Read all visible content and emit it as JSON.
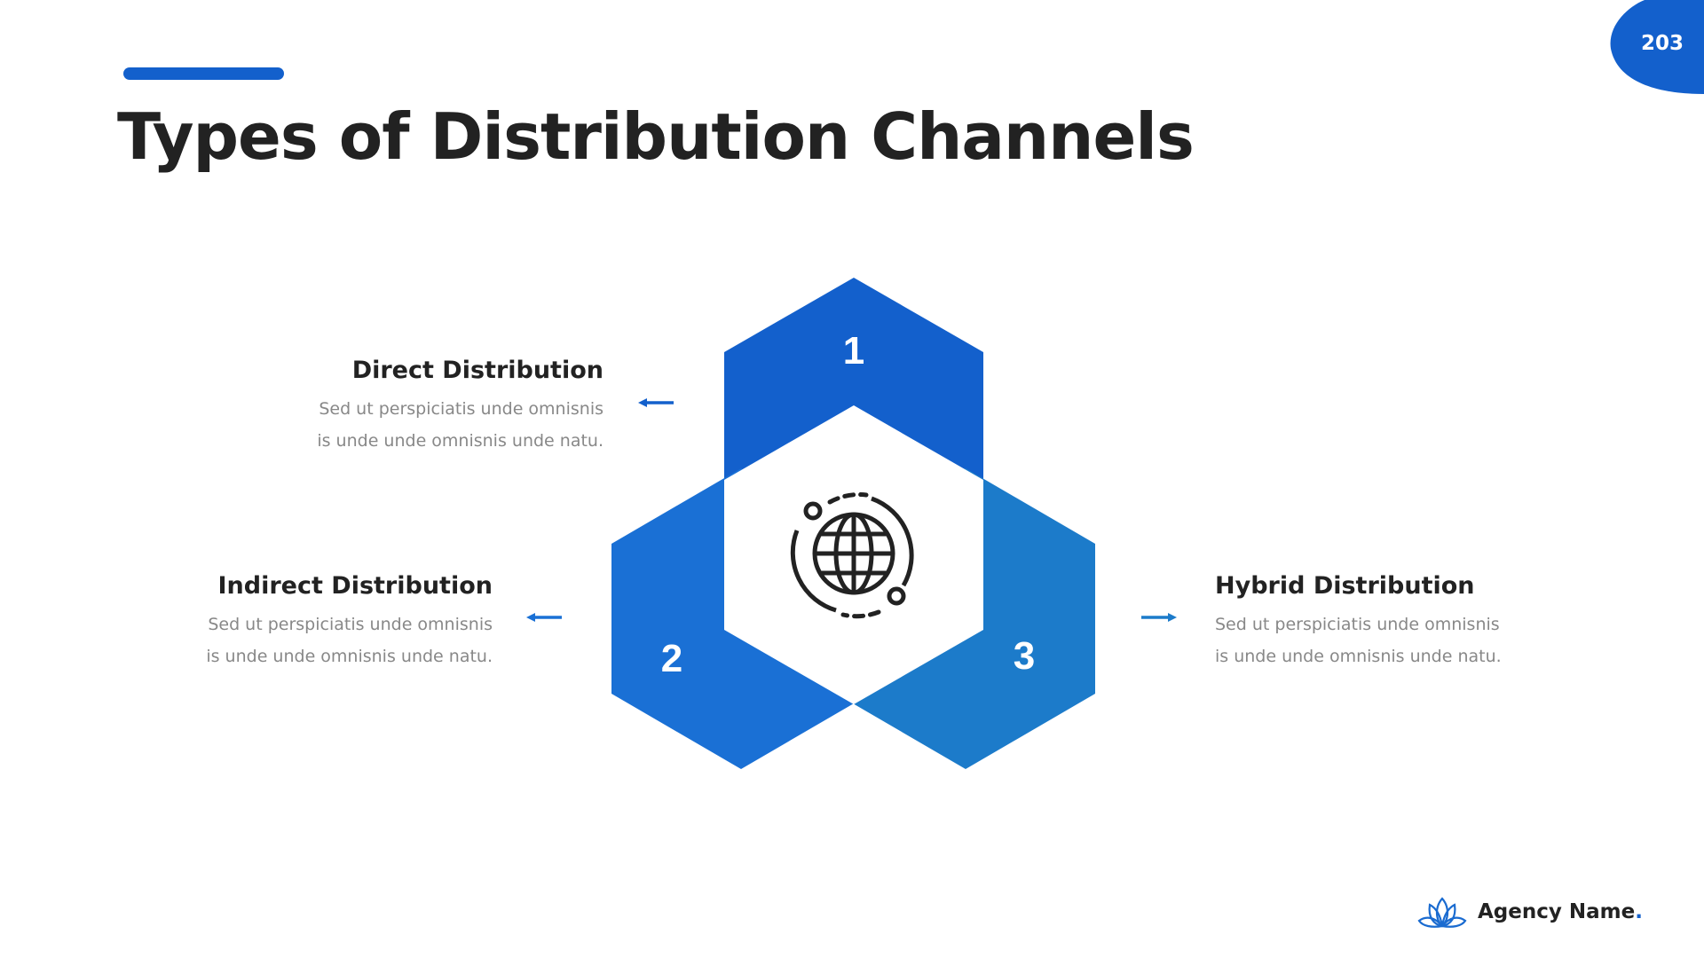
{
  "header": {
    "title": "Types of Distribution Channels",
    "page_number": "203"
  },
  "colors": {
    "accent": "#1360CC",
    "hex1": "#1360CC",
    "hex2": "#1A70D5",
    "hex3": "#1C7BCA",
    "text": "#222222",
    "muted": "#888888"
  },
  "diagram": {
    "center_icon": "globe-icon",
    "numbers": [
      "1",
      "2",
      "3"
    ]
  },
  "items": [
    {
      "title": "Direct Distribution",
      "line1": "Sed ut perspiciatis unde omnisnis",
      "line2": "is unde unde omnisnis unde natu."
    },
    {
      "title": "Indirect Distribution",
      "line1": "Sed ut perspiciatis unde omnisnis",
      "line2": "is unde unde omnisnis unde natu."
    },
    {
      "title": "Hybrid Distribution",
      "line1": "Sed ut perspiciatis unde omnisnis",
      "line2": "is unde unde omnisnis unde natu."
    }
  ],
  "footer": {
    "agency_name": "Agency Name",
    "agency_dot": ".",
    "logo_icon": "lotus-icon"
  }
}
